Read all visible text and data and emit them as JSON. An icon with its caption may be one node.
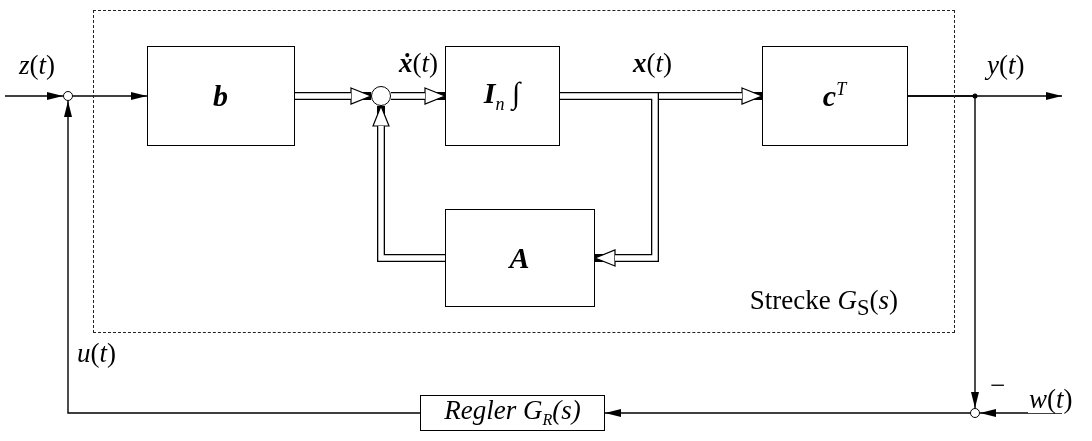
{
  "diagram": {
    "nodes": [
      {
        "text": [
          "Strecke *G*$_{S}$(*s*)"
        ]
      },
      {
        "text": [
          "b"
        ],
        "in": 0
      },
      {
        "text": [],
        "shape": "circle",
        "in": 0
      },
      {
        "text": [
          "**I**$_{n}$ ∫"
        ],
        "in": 0
      },
      {
        "text": [
          "**c**$^{T}$"
        ],
        "in": 0
      },
      {
        "text": [
          "A"
        ],
        "in": 0
      },
      {
        "text": [],
        "shape": "circle"
      },
      {
        "text": [],
        "shape": "circle"
      },
      {
        "text": [
          "Regler *G*$_{R}$(*s*)"
        ]
      }
    ],
    "edges": [
      {
        "from": null,
        "to": 6,
        "arrow": "to",
        "label": "*z*(*t*)"
      },
      {
        "from": 6,
        "to": 1,
        "arrow": "to"
      },
      {
        "from": 1,
        "to": 2,
        "arrow": "to",
        "style": "thick"
      },
      {
        "from": 2,
        "to": 3,
        "arrow": "to",
        "style": "thick",
        "label": "**ẋ**(*t*)"
      },
      {
        "from": 3,
        "to": 4,
        "arrow": "to",
        "style": "thick",
        "label": "**x**(*t*)"
      },
      {
        "from": 3,
        "to": 5,
        "arrow": "to",
        "style": "thick"
      },
      {
        "from": 5,
        "to": 2,
        "arrow": "to",
        "style": "thick"
      },
      {
        "from": 4,
        "to": null,
        "arrow": "to",
        "label": "*y*(*t*)"
      },
      {
        "from": 4,
        "to": 7,
        "arrow": "to"
      },
      {
        "from": null,
        "to": 7,
        "arrow": "to",
        "label": "*w*(*t*)"
      },
      {
        "from": 7,
        "to": 8,
        "arrow": "to"
      },
      {
        "from": 8,
        "to": 6,
        "arrow": "to",
        "label": "*u*(*t*)"
      }
    ],
    "labels": [
      "−"
    ]
  }
}
